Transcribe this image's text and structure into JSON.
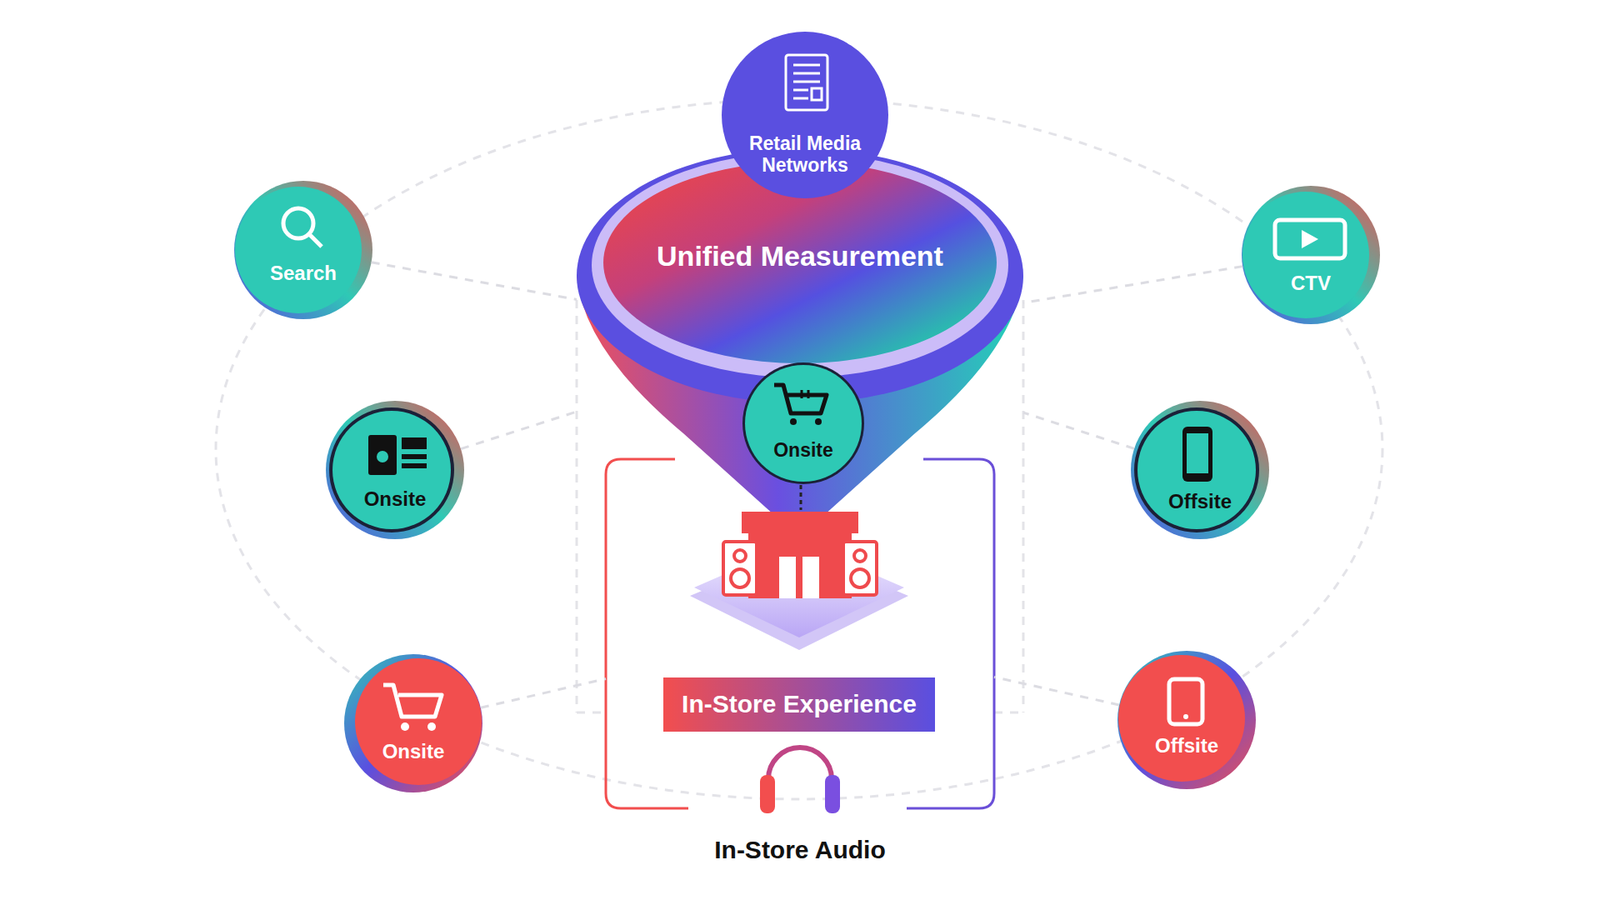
{
  "diagram": {
    "nodes": [
      {
        "text": [
          "Retail Media Networks"
        ]
      },
      {
        "text": [
          "Search"
        ]
      },
      {
        "text": [
          "CTV"
        ]
      },
      {
        "text": [
          "Unified Measurement"
        ]
      },
      {
        "text": [
          "Onsite"
        ],
        "in": 3
      },
      {
        "text": [
          "Onsite"
        ]
      },
      {
        "text": [
          "Offsite"
        ]
      },
      {
        "text": [
          "In-Store Audio"
        ]
      },
      {
        "text": [
          "In-Store Experience"
        ],
        "in": 7
      },
      {
        "text": [
          "Onsite"
        ]
      },
      {
        "text": [
          "Offsite"
        ]
      }
    ],
    "edges": [
      {
        "from": 1,
        "to": 3,
        "arrow": "none"
      },
      {
        "from": 2,
        "to": 3,
        "arrow": "none"
      },
      {
        "from": 5,
        "to": 3,
        "arrow": "none"
      },
      {
        "from": 6,
        "to": 3,
        "arrow": "none"
      },
      {
        "from": 9,
        "to": 7,
        "arrow": "none"
      },
      {
        "from": 10,
        "to": 7,
        "arrow": "none"
      }
    ]
  }
}
